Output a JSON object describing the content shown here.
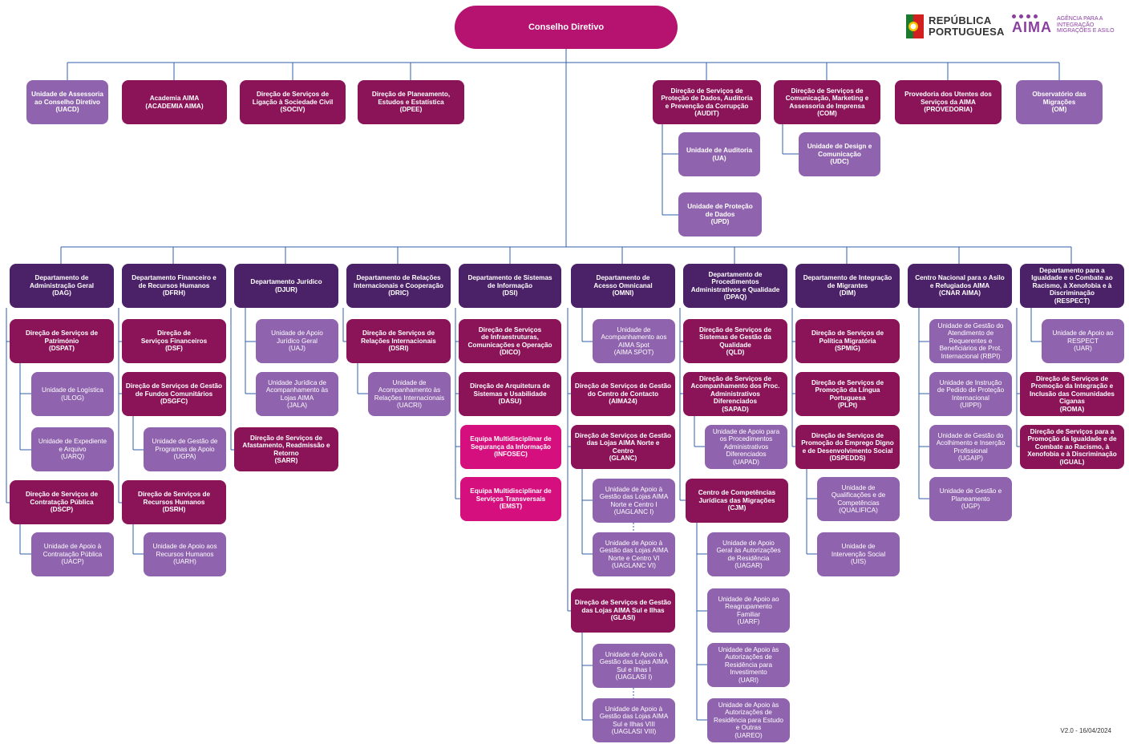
{
  "header": {
    "republica": "REPÚBLICA\nPORTUGUESA",
    "aima_word": "AIMA",
    "aima_sub": "AGÊNCIA PARA A\nINTEGRAÇÃO\nMIGRAÇÕES E ASILO",
    "version": "V2.0 - 16/04/2024"
  },
  "org": {
    "top": "Conselho Diretivo",
    "row1": [
      "Unidade de Assessoria\nao Conselho Diretivo\n(UACD)",
      "Academia AIMA\n(ACADEMIA AIMA)",
      "Direção de Serviços de\nLigação à Sociedade Civil\n(SOCIV)",
      "Direção de Planeamento,\nEstudos e Estatística\n(DPEE)",
      "Direção de Serviços de\nProteção de Dados, Auditoria\ne Prevenção da Corrupção\n(AUDIT)",
      "Direção de Serviços de\nComunicação, Marketing e\nAssessoria de Imprensa\n(COM)",
      "Provedoria dos Utentes dos\nServiços da AIMA\n(PROVEDORIA)",
      "Observatório das\nMigrações\n(OM)"
    ],
    "audit_units": [
      "Unidade de Auditoria\n(UA)",
      "Unidade de Proteção\nde Dados\n(UPD)"
    ],
    "com_units": [
      "Unidade de Design e\nComunicação\n(UDC)"
    ],
    "departments": [
      "Departamento de\nAdministração Geral\n(DAG)",
      "Departamento Financeiro e\nde Recursos Humanos\n(DFRH)",
      "Departamento Jurídico\n(DJUR)",
      "Departamento de Relações\nInternacionais e Cooperação\n(DRIC)",
      "Departamento de Sistemas\nde Informação\n(DSI)",
      "Departamento de\nAcesso Omnicanal\n(OMNI)",
      "Departamento de\nProcedimentos\nAdministrativos e Qualidade\n(DPAQ)",
      "Departamento de Integração\nde Migrantes\n(DIM)",
      "Centro Nacional para o Asilo\ne Refugiados AIMA\n(CNAR AIMA)",
      "Departamento para a\nIgualdade e o Combate ao\nRacismo, à Xenofobia e à\nDiscriminação\n(RESPECT)"
    ],
    "dag": [
      "Direção de Serviços de\nPatrimónio\n(DSPAT)",
      "Unidade de Logística\n(ULOG)",
      "Unidade de Expediente\ne Arquivo\n(UARQ)",
      "Direção de Serviços de\nContratação Pública\n(DSCP)",
      "Unidade de Apoio à\nContratação Pública\n(UACP)"
    ],
    "dfrh": [
      "Direção de\nServiços Financeiros\n(DSF)",
      "Direção de Serviços de Gestão\nde Fundos Comunitários\n(DSGFC)",
      "Unidade de Gestão de\nProgramas de Apoio\n(UGPA)",
      "Direção de Serviços de\nRecursos Humanos\n(DSRH)",
      "Unidade de Apoio aos\nRecursos Humanos\n(UARH)"
    ],
    "djur": [
      "Unidade de Apoio\nJurídico Geral\n(UAJ)",
      "Unidade Jurídica de\nAcompanhamento às\nLojas AIMA\n(JALA)",
      "Direção de Serviços de\nAfastamento, Readmissão e\nRetorno\n(SARR)"
    ],
    "dric": [
      "Direção de Serviços de\nRelações Internacionais\n(DSRI)",
      "Unidade de\nAcompanhamento às\nRelações Internacionais\n(UACRI)"
    ],
    "dsi": [
      "Direção de Serviços\nde Infraestruturas,\nComunicações e Operação\n(DICO)",
      "Direção de Arquitetura de\nSistemas e Usabilidade\n(DASU)",
      "Equipa Multidisciplinar de\nSegurança da Informação\n(INFOSEC)",
      "Equipa Multidisciplinar de\nServiços Transversais\n(EMST)"
    ],
    "omni": [
      "Unidade de\nAcompanhamento aos\nAIMA Spot\n(AIMA SPOT)",
      "Direção de Serviços de Gestão\ndo Centro de Contacto\n(AIMA24)",
      "Direção de Serviços de Gestão\ndas Lojas AIMA Norte e\nCentro\n(GLANC)",
      "Unidade de Apoio à\nGestão das Lojas AIMA\nNorte e Centro I\n(UAGLANC I)",
      "Unidade de Apoio à\nGestão das Lojas AIMA\nNorte e Centro VI\n(UAGLANC VI)",
      "Direção de Serviços de Gestão\ndas Lojas AIMA Sul e Ilhas\n(GLASI)",
      "Unidade de Apoio à\nGestão das Lojas AIMA\nSul e Ilhas I\n(UAGLASI I)",
      "Unidade de Apoio à\nGestão das Lojas AIMA\nSul e Ilhas VIII\n(UAGLASI VIII)"
    ],
    "dpaq": [
      "Direção de Serviços de\nSistemas de Gestão da\nQualidade\n(QLD)",
      "Direção de Serviços de\nAcompanhamento dos Proc.\nAdministrativos\nDiferenciados\n(SAPAD)",
      "Unidade de Apoio para\nos Procedimentos\nAdministrativos\nDiferenciados\n(UAPAD)",
      "Centro de Competências\nJurídicas das Migrações\n(CJM)",
      "Unidade de Apoio\nGeral às Autorizações\nde Residência\n(UAGAR)",
      "Unidade de Apoio ao\nReagrupamento\nFamiliar\n(UARF)",
      "Unidade de Apoio às\nAutorizações de\nResidência para\nInvestimento\n(UARI)",
      "Unidade de Apoio às\nAutorizações de\nResidência para Estudo\ne Outras\n(UAREO)"
    ],
    "dim": [
      "Direção de Serviços de\nPolítica Migratória\n(SPMIG)",
      "Direção de Serviços de\nPromoção da Língua\nPortuguesa\n(PLPt)",
      "Direção de Serviços de\nPromoção do Emprego Digno\ne de Desenvolvimento Social\n(DSPEDDS)",
      "Unidade de\nQualificações e de\nCompetências\n(QUALIFICA)",
      "Unidade de\nIntervenção Social\n(UIS)"
    ],
    "cnar": [
      "Unidade de Gestão do\nAtendimento de\nRequerentes e\nBeneficiários de Prot.\nInternacional (RBPI)",
      "Unidade de Instrução\nde Pedido de Proteção\nInternacional\n(UIPPI)",
      "Unidade de Gestão do\nAcolhimento e Inserção\nProfissional\n(UGAIP)",
      "Unidade de Gestão e\nPlaneamento\n(UGP)"
    ],
    "respect": [
      "Unidade de Apoio ao\nRESPECT\n(UAR)",
      "Direção de Serviços de\nPromoção da Integração e\nInclusão das Comunidades\nCiganas\n(ROMA)",
      "Direção de Serviços para a\nPromoção da Igualdade e de\nCombate ao Racismo, à\nXenofobia e à Discriminação\n(IGUAL)"
    ]
  }
}
